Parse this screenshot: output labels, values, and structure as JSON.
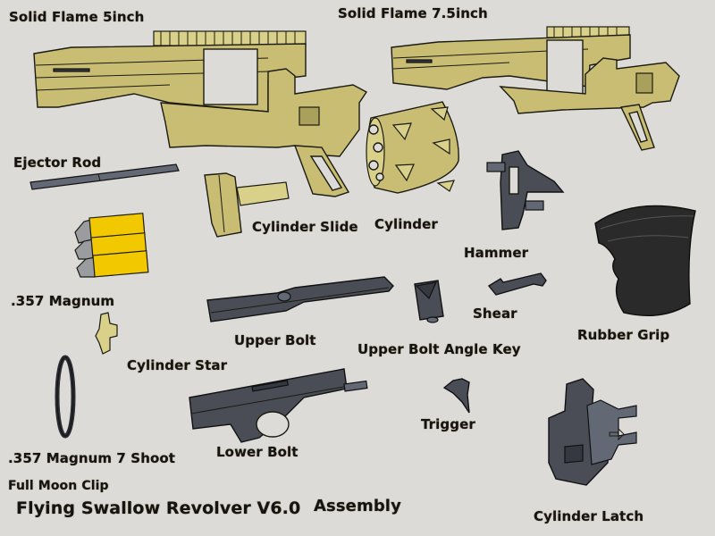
{
  "title": "Flying Swallow Revolver V6.0",
  "subtitle": "Assembly",
  "parts": {
    "solid_flame_5": "Solid Flame 5inch",
    "solid_flame_75": "Solid Flame 7.5inch",
    "ejector_rod": "Ejector Rod",
    "cylinder_slide": "Cylinder Slide",
    "cylinder": "Cylinder",
    "hammer": "Hammer",
    "magnum": ".357 Magnum",
    "shear": "Shear",
    "rubber_grip": "Rubber Grip",
    "upper_bolt": "Upper Bolt",
    "upper_bolt_angle_key": "Upper Bolt Angle Key",
    "cylinder_star": "Cylinder Star",
    "trigger": "Trigger",
    "lower_bolt": "Lower Bolt",
    "moon_clip_line1": ".357 Magnum 7 Shoot",
    "moon_clip_line2": "Full Moon Clip",
    "cylinder_latch": "Cylinder Latch"
  }
}
